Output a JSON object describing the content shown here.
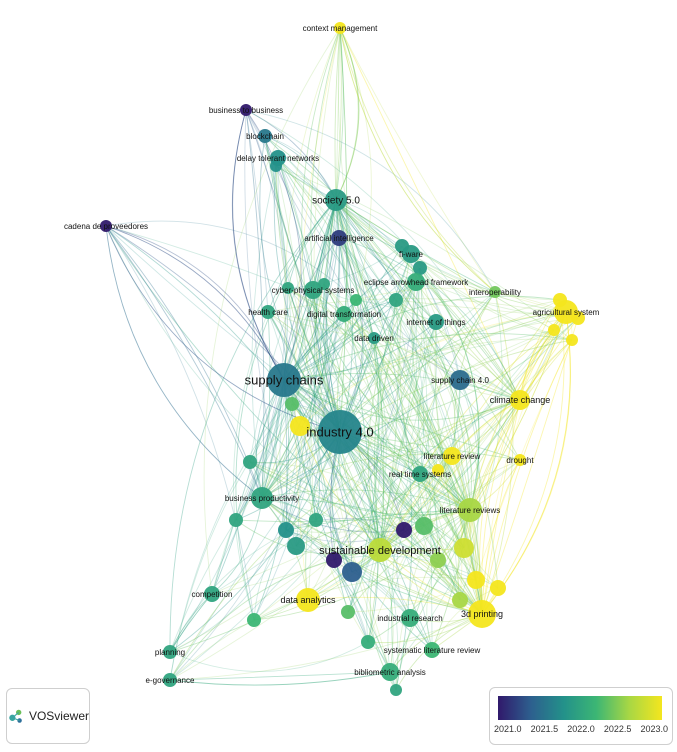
{
  "brand": {
    "name": "VOSviewer",
    "logo_icon": "vosviewer-logo-icon"
  },
  "legend": {
    "ticks": [
      "2021.0",
      "2021.5",
      "2022.0",
      "2022.5",
      "2023.0"
    ],
    "colors": [
      "#30196b",
      "#2d5f8e",
      "#23918a",
      "#3cb674",
      "#a8d744",
      "#f4e61e"
    ]
  },
  "network": {
    "nodes": [
      {
        "id": "context-management",
        "label": "context management",
        "year": 2023.0
      },
      {
        "id": "business-to-business",
        "label": "business to business",
        "year": 2021.0
      },
      {
        "id": "blockchain",
        "label": "blockchain",
        "year": 2021.6
      },
      {
        "id": "delay-tolerant-networks",
        "label": "delay tolerant networks",
        "year": 2021.8
      },
      {
        "id": "cadena-de-proveedores",
        "label": "cadena de proveedores",
        "year": 2021.0
      },
      {
        "id": "society-5-0",
        "label": "society 5.0",
        "year": 2021.9
      },
      {
        "id": "artificial-intelligence",
        "label": "artificial intelligence",
        "year": 2021.2
      },
      {
        "id": "fi-ware",
        "label": "fi-ware",
        "year": 2021.9
      },
      {
        "id": "eclipse-arrowhead-framework",
        "label": "eclipse arrowhead framework",
        "year": 2022.1
      },
      {
        "id": "cyber-physical-systems",
        "label": "cyber-physical systems",
        "year": 2022.0
      },
      {
        "id": "interoperability",
        "label": "interoperability",
        "year": 2022.4
      },
      {
        "id": "agricultural-system",
        "label": "agricultural system",
        "year": 2023.0
      },
      {
        "id": "health-care",
        "label": "health care",
        "year": 2022.0
      },
      {
        "id": "digital-transformation",
        "label": "digital transformation",
        "year": 2022.1
      },
      {
        "id": "internet-of-things",
        "label": "internet of things",
        "year": 2021.9
      },
      {
        "id": "data-driven",
        "label": "data driven",
        "year": 2021.9
      },
      {
        "id": "supply-chains",
        "label": "supply chains",
        "year": 2021.6
      },
      {
        "id": "supply-chain-4-0",
        "label": "supply chain 4.0",
        "year": 2021.5
      },
      {
        "id": "climate-change",
        "label": "climate change",
        "year": 2023.0
      },
      {
        "id": "industry-4-0",
        "label": "industry 4.0",
        "year": 2021.7
      },
      {
        "id": "literature-review",
        "label": "literature review",
        "year": 2023.0
      },
      {
        "id": "drought",
        "label": "drought",
        "year": 2023.0
      },
      {
        "id": "real-time-systems",
        "label": "real time systems",
        "year": 2022.0
      },
      {
        "id": "literature-reviews",
        "label": "literature reviews",
        "year": 2022.6
      },
      {
        "id": "business-productivity",
        "label": "business productivity",
        "year": 2022.0
      },
      {
        "id": "sustainable-development",
        "label": "sustainable development",
        "year": 2022.7
      },
      {
        "id": "competition",
        "label": "competition",
        "year": 2022.0
      },
      {
        "id": "data-analytics",
        "label": "data analytics",
        "year": 2023.0
      },
      {
        "id": "industrial-research",
        "label": "industrial research",
        "year": 2022.1
      },
      {
        "id": "3d-printing",
        "label": "3d printing",
        "year": 2023.0
      },
      {
        "id": "systematic-literature-review",
        "label": "systematic literature review",
        "year": 2022.2
      },
      {
        "id": "planning",
        "label": "planning",
        "year": 2022.0
      },
      {
        "id": "e-governance",
        "label": "e-governance",
        "year": 2022.0
      },
      {
        "id": "bibliometric-analysis",
        "label": "bibliometric analysis",
        "year": 2022.1
      }
    ]
  }
}
